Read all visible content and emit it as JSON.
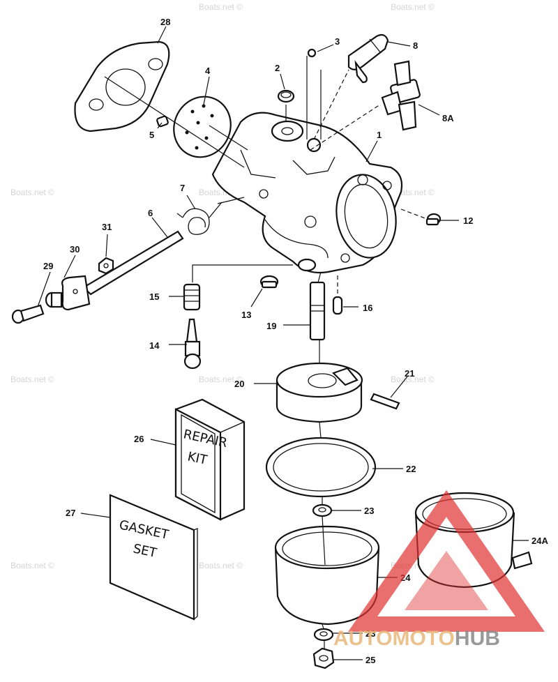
{
  "watermark": "Boats.net ©",
  "repair_kit": {
    "line1": "REPAIR",
    "line2": "KIT"
  },
  "gasket_set": {
    "line1": "GASKET",
    "line2": "SET"
  },
  "logo": {
    "auto": "AUTO",
    "moto": "MOTO",
    "hub": "HUB"
  },
  "callouts": {
    "c28": "28",
    "c4": "4",
    "c2": "2",
    "c3": "3",
    "c8": "8",
    "c8a": "8A",
    "c1": "1",
    "c5": "5",
    "c7": "7",
    "c6": "6",
    "c31": "31",
    "c30": "30",
    "c29": "29",
    "c12": "12",
    "c15": "15",
    "c13": "13",
    "c16": "16",
    "c19": "19",
    "c14": "14",
    "c20": "20",
    "c21": "21",
    "c26": "26",
    "c22": "22",
    "c23a": "23",
    "c27": "27",
    "c24a": "24A",
    "c24": "24",
    "c23b": "23",
    "c25": "25"
  },
  "colors": {
    "logo_triangle": "#e03030",
    "logo_auto": "#e8b87a",
    "logo_hub": "#888888"
  }
}
